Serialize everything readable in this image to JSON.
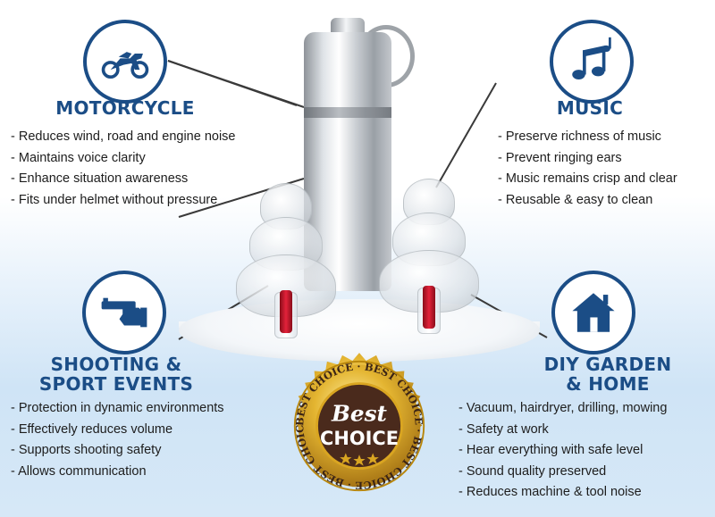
{
  "sections": {
    "motorcycle": {
      "icon": "motorcycle-icon",
      "title": "MOTORCYCLE",
      "items": [
        "Reduces wind, road and engine noise",
        "Maintains voice clarity",
        "Enhance situation awareness",
        "Fits under helmet without pressure"
      ]
    },
    "music": {
      "icon": "music-notes-icon",
      "title": "MUSIC",
      "items": [
        "Preserve richness of music",
        "Prevent ringing ears",
        "Music remains crisp and clear",
        "Reusable & easy to clean"
      ]
    },
    "shooting": {
      "icon": "hand-gun-icon",
      "title_line1": "SHOOTING &",
      "title_line2": "SPORT EVENTS",
      "items": [
        "Protection in dynamic environments",
        "Effectively reduces volume",
        "Supports shooting safety",
        "Allows communication"
      ]
    },
    "diy": {
      "icon": "house-icon",
      "title_line1": "DIY GARDEN",
      "title_line2": "& HOME",
      "items": [
        "Vacuum, hairdryer, drilling, mowing",
        "Safety at work",
        "Hear everything with safe level",
        "Sound quality preserved",
        "Reduces machine & tool noise"
      ]
    }
  },
  "badge": {
    "ring_text": "BEST CHOICE · BEST CHOICE · BEST CHOICE · BEST CHOICE ·",
    "script_text": "Best",
    "main_text": "CHOICE"
  },
  "colors": {
    "accent": "#1b4d86",
    "badge_gold": "#d9a521",
    "badge_center": "#4a2a1c",
    "filter_red": "#d61f33"
  }
}
